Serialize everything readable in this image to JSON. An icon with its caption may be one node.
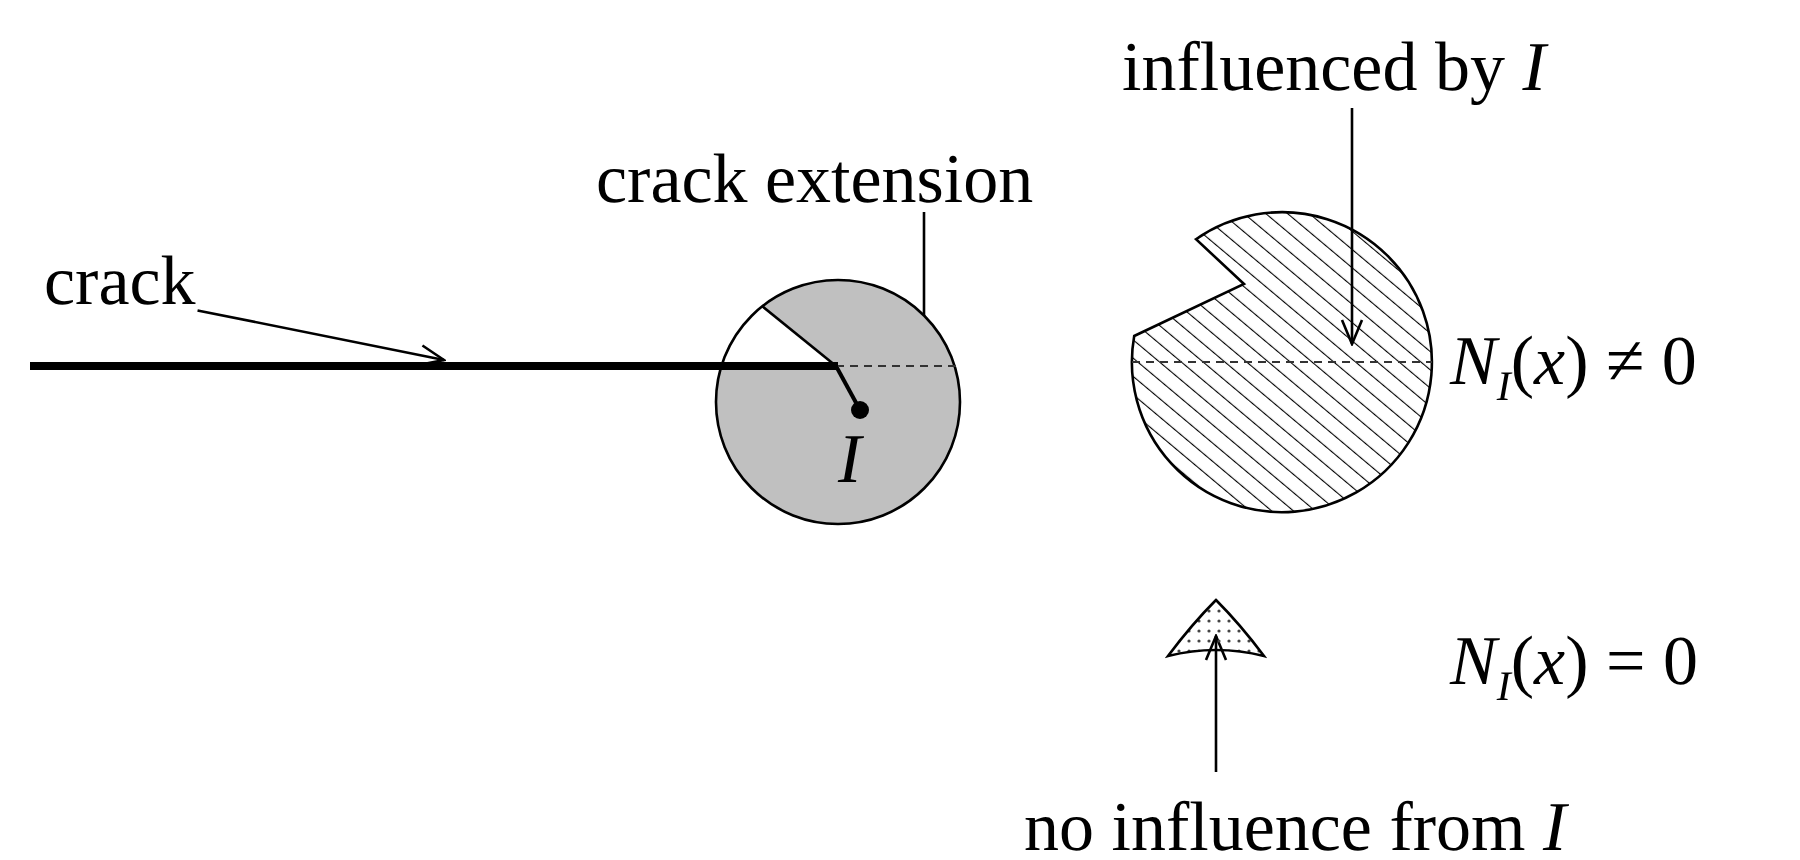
{
  "diagram": {
    "nodes": [
      {
        "text": [
          "crack"
        ]
      },
      {
        "text": [
          "crack extension"
        ]
      },
      {
        "text": [
          "influenced by *I*"
        ]
      },
      {
        "text": [],
        "shape": "bar"
      },
      {
        "text": [
          "I"
        ]
      },
      {
        "text": [],
        "shape": "line",
        "in": 4
      },
      {
        "text": [],
        "shape": "circle",
        "beside": [
          "*N*$_{I}$(*x*) ≠ 0"
        ]
      },
      {
        "text": [],
        "shape": "triangle"
      },
      {
        "text": [
          "no influence from *I*"
        ]
      }
    ],
    "edges": [
      {
        "from": 0,
        "to": 3,
        "arrow": "to"
      },
      {
        "from": 1,
        "to": 5,
        "arrow": "to"
      },
      {
        "from": 2,
        "to": 6,
        "arrow": "to"
      },
      {
        "from": 8,
        "to": 7,
        "arrow": "to"
      }
    ],
    "labels": [
      "*N*$_{I}$(*x*) = 0"
    ]
  }
}
